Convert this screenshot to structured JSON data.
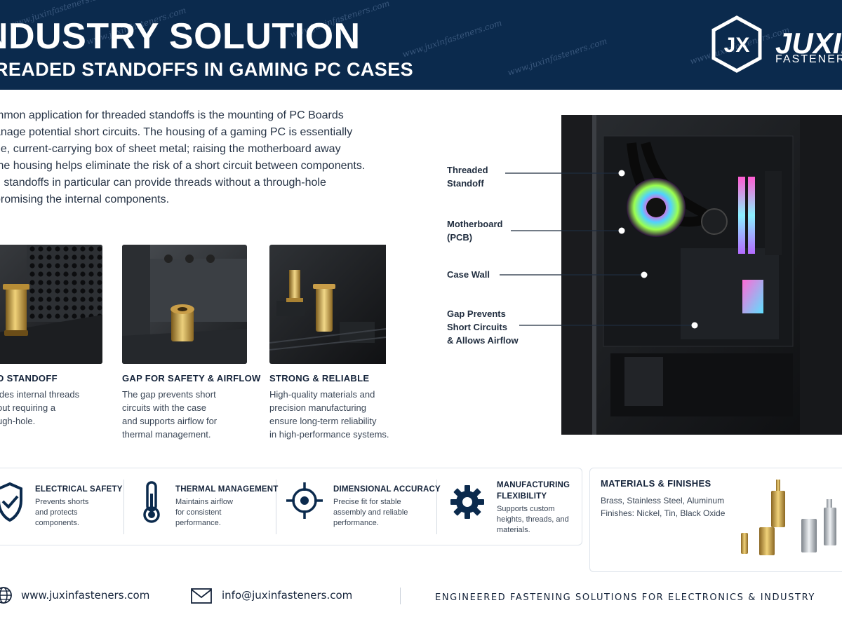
{
  "header": {
    "title": "NDUSTRY SOLUTION",
    "subtitle": "READED STANDOFFS IN GAMING PC CASES",
    "logo_mark": "JX",
    "brand_name": "JUXIN",
    "brand_tagline": "FASTENERS",
    "watermark": "www.juxinfasteners.com"
  },
  "intro": {
    "lines": [
      "mmon application for threaded standoffs is the mounting of PC Boards",
      "anage potential short circuits. The housing of a gaming PC is essentially",
      "ge, current-carrying box of sheet metal; raising the motherboard away",
      " the housing helps eliminate the risk of a short circuit between components.",
      "d standoffs in particular can provide threads without a through-hole",
      "promising the internal components."
    ]
  },
  "features": [
    {
      "title": "D STANDOFF",
      "desc": [
        "ides internal threads",
        "out requiring a",
        "ugh-hole."
      ]
    },
    {
      "title": "GAP FOR SAFETY & AIRFLOW",
      "desc": [
        "The gap prevents short",
        "circuits with the case",
        "and supports airflow for",
        "thermal management."
      ]
    },
    {
      "title": "STRONG & RELIABLE",
      "desc": [
        "High-quality materials and",
        "precision manufacturing",
        "ensure long-term reliability",
        "in high-performance systems."
      ]
    }
  ],
  "callouts": [
    {
      "lines": [
        "Threaded",
        "Standoff"
      ]
    },
    {
      "lines": [
        "Motherboard",
        "(PCB)"
      ]
    },
    {
      "lines": [
        "Case Wall"
      ]
    },
    {
      "lines": [
        "Gap Prevents",
        "Short Circuits",
        "& Allows Airflow"
      ]
    }
  ],
  "benefits": [
    {
      "icon": "shield-check-icon",
      "title": [
        "ELECTRICAL SAFETY"
      ],
      "desc": [
        "Prevents shorts",
        "and protects",
        "components."
      ]
    },
    {
      "icon": "thermometer-icon",
      "title": [
        "THERMAL MANAGEMENT"
      ],
      "desc": [
        "Maintains airflow",
        "for consistent",
        "performance."
      ]
    },
    {
      "icon": "target-crosshair-icon",
      "title": [
        "DIMENSIONAL ACCURACY"
      ],
      "desc": [
        "Precise fit for stable",
        "assembly and reliable",
        "performance."
      ]
    },
    {
      "icon": "gear-icon",
      "title": [
        "MANUFACTURING",
        "FLEXIBILITY"
      ],
      "desc": [
        "Supports custom",
        "heights, threads, and",
        "materials."
      ]
    }
  ],
  "materials": {
    "title": "MATERIALS & FINISHES",
    "line1": "Brass, Stainless Steel, Aluminum",
    "line2": "Finishes: Nickel, Tin, Black Oxide"
  },
  "footer": {
    "website": "www.juxinfasteners.com",
    "email": "info@juxinfasteners.com",
    "tagline": "ENGINEERED FASTENING SOLUTIONS FOR ELECTRONICS & INDUSTRY"
  },
  "colors": {
    "header_bg": "#0b2a4d",
    "brass": "#c9a24a",
    "steel": "#aeb4bb"
  }
}
